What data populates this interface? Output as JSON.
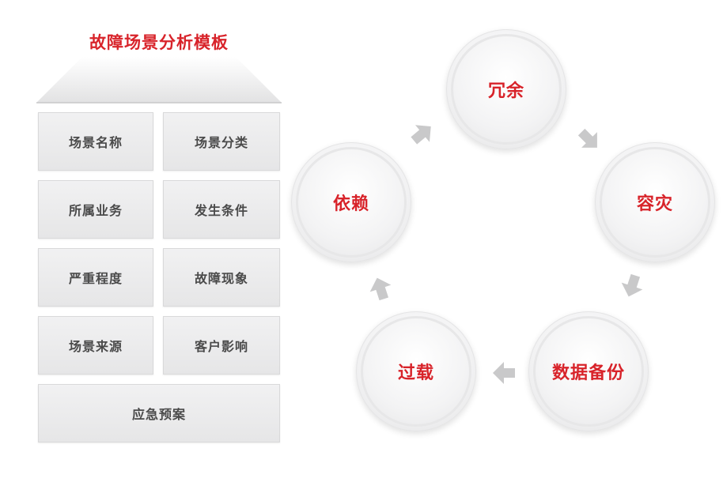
{
  "template": {
    "title": "故障场景分析模板",
    "subtitle": "（FMEA）",
    "fields": [
      "场景名称",
      "场景分类",
      "所属业务",
      "发生条件",
      "严重程度",
      "故障现象",
      "场景来源",
      "客户影响",
      "应急预案"
    ]
  },
  "cycle": {
    "nodes": [
      "冗余",
      "容灾",
      "数据备份",
      "过载",
      "依赖"
    ]
  },
  "colors": {
    "accent": "#d8232a",
    "cell_text": "#4a4a4a",
    "arrow": "#c9c9ca"
  }
}
